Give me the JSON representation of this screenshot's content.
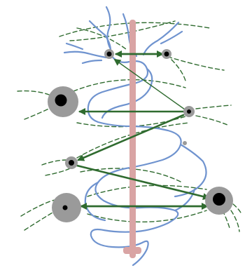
{
  "colors": {
    "background": "#ffffff",
    "river": "#6f93cf",
    "axis": "#d9a4a4",
    "arrow": "#2f6b2f",
    "dashed": "#2f6b2f",
    "node_outer": "#9a9a9a",
    "node_inner": "#000000"
  },
  "diagram": {
    "elements": [
      "river",
      "vertical-axis",
      "dashed-arcs",
      "arrows",
      "nodes"
    ]
  }
}
